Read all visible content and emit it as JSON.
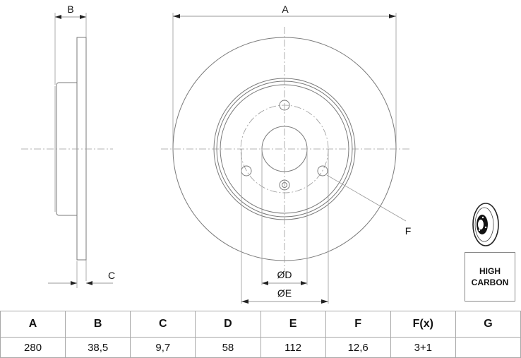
{
  "drawing": {
    "labels": {
      "A": "A",
      "B": "B",
      "C": "C",
      "D": "ØD",
      "E": "ØE",
      "F": "F"
    }
  },
  "badge": {
    "line1": "HIGH",
    "line2": "CARBON",
    "icon": "brake-disc-icon"
  },
  "table": {
    "headers": [
      "A",
      "B",
      "C",
      "D",
      "E",
      "F",
      "F(x)",
      "G"
    ],
    "values": [
      "280",
      "38,5",
      "9,7",
      "58",
      "112",
      "12,6",
      "3+1",
      ""
    ]
  }
}
